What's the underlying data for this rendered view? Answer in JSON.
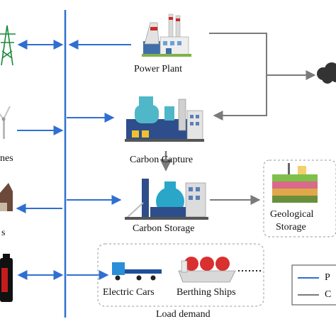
{
  "labels": {
    "power_plant": "Power Plant",
    "carbon_capture": "Carbon Capture",
    "carbon_storage": "Carbon Storage",
    "geological_storage_line1": "Geological",
    "geological_storage_line2": "Storage",
    "electric_cars": "Electric Cars",
    "berthing_ships": "Berthing Ships",
    "load_demand": "Load demand",
    "left_partial_1": "nes",
    "left_partial_2": "s"
  },
  "legend": {
    "entry_1": "P",
    "entry_2": "C"
  },
  "colors": {
    "power_flow": "#2f6fd1",
    "carbon_flow": "#7a7a7a",
    "bus_line": "#2f6fd1",
    "dashed_box": "#9a9a9a"
  },
  "icons": [
    "transmission-tower-icon",
    "wind-turbine-icon",
    "house-icon",
    "battery-icon",
    "power-plant-icon",
    "carbon-capture-icon",
    "carbon-storage-icon",
    "geological-storage-icon",
    "cloud-icon",
    "truck-icon",
    "ship-icon"
  ]
}
